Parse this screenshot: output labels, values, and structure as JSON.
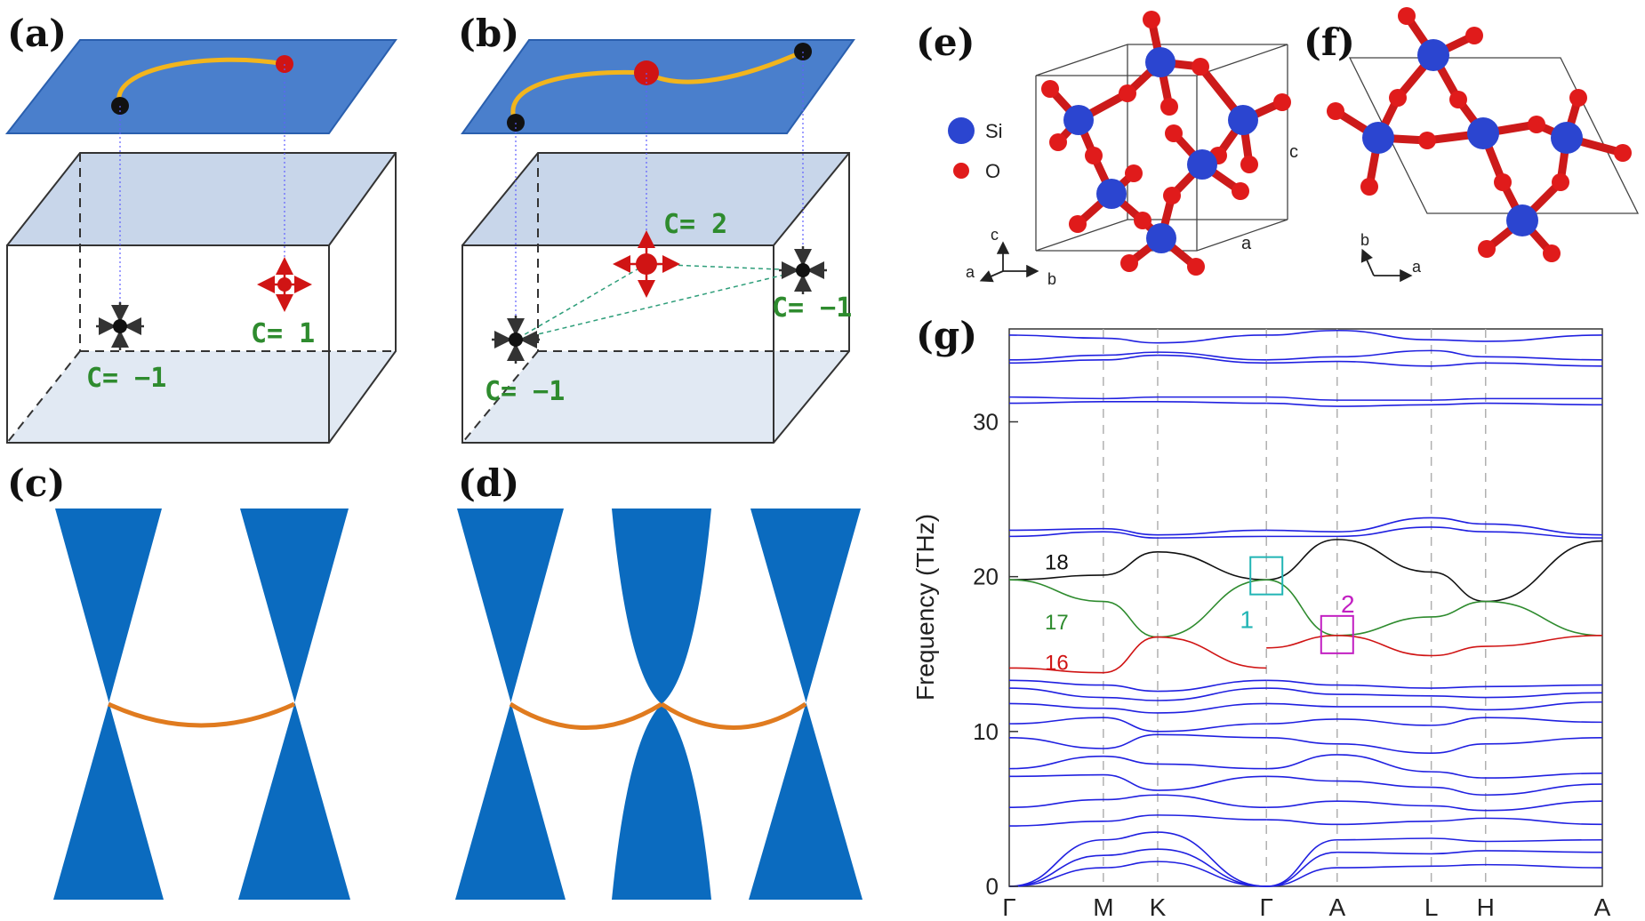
{
  "panels": {
    "a": {
      "label": "(a)",
      "chern_pos": "C= 1",
      "chern_neg": "C= −1"
    },
    "b": {
      "label": "(b)",
      "chern_top": "C= 2",
      "chern_right": "C= −1",
      "chern_left": "C= −1"
    },
    "c": {
      "label": "(c)"
    },
    "d": {
      "label": "(d)"
    },
    "e": {
      "label": "(e)",
      "legend": [
        {
          "name": "Si",
          "color": "#2b45d0"
        },
        {
          "name": "O",
          "color": "#e01b1b"
        }
      ],
      "axes": {
        "a": "a",
        "b": "b",
        "c": "c"
      }
    },
    "f": {
      "label": "(f)",
      "axes": {
        "a": "a",
        "b": "b"
      }
    },
    "g": {
      "label": "(g)"
    }
  },
  "colors": {
    "plane": "#4a7fcc",
    "cone": "#0b6bbf",
    "arc": "#e07b1f",
    "fermi_arc": "#f2b51d",
    "positive_node": "#d01414",
    "negative_node": "#111111",
    "chern_text": "#2e8b2e"
  },
  "chart_data": {
    "type": "line",
    "ylabel": "Frequency (THz)",
    "ylim": [
      0,
      36
    ],
    "yticks": [
      0,
      10,
      20,
      30
    ],
    "kpoints": [
      "Γ",
      "M",
      "K",
      "Γ",
      "A",
      "L",
      "H",
      "A"
    ],
    "kpos": [
      0,
      0.1587,
      0.2503,
      0.4336,
      0.5529,
      0.7116,
      0.8032,
      1.0
    ],
    "band_labels": [
      {
        "text": "18",
        "color": "#111111",
        "x": 0.08,
        "y": 21.0
      },
      {
        "text": "17",
        "color": "#2e8b2e",
        "x": 0.08,
        "y": 17.1
      },
      {
        "text": "16",
        "color": "#d01414",
        "x": 0.08,
        "y": 14.5
      }
    ],
    "markers": [
      {
        "label": "1",
        "color": "#22b5b5",
        "x": 0.4336,
        "y": 20.0
      },
      {
        "label": "2",
        "color": "#c21fc2",
        "x": 0.5529,
        "y": 16.2
      }
    ],
    "series": [
      {
        "color": "#111111",
        "values": [
          19.8,
          20.1,
          21.6,
          19.8,
          22.4,
          20.3,
          18.4,
          22.3
        ]
      },
      {
        "color": "#2e8b2e",
        "values": [
          19.8,
          18.4,
          16.1,
          19.8,
          16.2,
          17.4,
          18.4,
          16.2
        ]
      },
      {
        "color": "#d01414",
        "values": [
          14.1,
          13.8,
          16.1,
          14.1,
          15.4,
          16.2,
          14.9,
          15.5,
          16.2
        ]
      },
      {
        "color": "#2020e0",
        "values": [
          35.6,
          35.4,
          35.1,
          35.6,
          35.9,
          35.3,
          35.2,
          35.6
        ]
      },
      {
        "color": "#2020e0",
        "values": [
          34.0,
          34.3,
          34.5,
          34.0,
          34.2,
          34.6,
          34.2,
          34.0
        ]
      },
      {
        "color": "#2020e0",
        "values": [
          33.8,
          34.0,
          34.3,
          33.8,
          33.9,
          33.6,
          33.8,
          33.6
        ]
      },
      {
        "color": "#2020e0",
        "values": [
          31.6,
          31.5,
          31.6,
          31.6,
          31.4,
          31.4,
          31.5,
          31.5
        ]
      },
      {
        "color": "#2020e0",
        "values": [
          31.2,
          31.3,
          31.3,
          31.2,
          31.0,
          31.1,
          31.2,
          31.1
        ]
      },
      {
        "color": "#2020e0",
        "values": [
          23.0,
          23.1,
          22.7,
          23.0,
          22.9,
          23.8,
          23.4,
          22.7
        ]
      },
      {
        "color": "#2020e0",
        "values": [
          22.6,
          22.9,
          22.5,
          22.6,
          22.6,
          23.2,
          22.9,
          22.5
        ]
      },
      {
        "color": "#2020e0",
        "values": [
          13.3,
          13.0,
          12.6,
          13.3,
          13.0,
          12.8,
          12.9,
          13.0
        ]
      },
      {
        "color": "#2020e0",
        "values": [
          12.8,
          12.2,
          12.0,
          12.8,
          12.4,
          12.3,
          12.2,
          12.5
        ]
      },
      {
        "color": "#2020e0",
        "values": [
          11.8,
          11.5,
          11.2,
          11.8,
          11.6,
          11.6,
          11.4,
          11.9
        ]
      },
      {
        "color": "#2020e0",
        "values": [
          10.5,
          10.9,
          10.0,
          10.5,
          10.8,
          10.4,
          10.9,
          10.6
        ]
      },
      {
        "color": "#2020e0",
        "values": [
          9.6,
          8.9,
          9.8,
          9.6,
          9.2,
          8.6,
          9.2,
          9.6
        ]
      },
      {
        "color": "#2020e0",
        "values": [
          7.6,
          8.4,
          7.9,
          7.6,
          8.5,
          7.4,
          7.0,
          7.3
        ]
      },
      {
        "color": "#2020e0",
        "values": [
          7.1,
          7.2,
          6.2,
          7.1,
          6.8,
          6.4,
          5.9,
          6.6
        ]
      },
      {
        "color": "#2020e0",
        "values": [
          5.1,
          5.6,
          5.9,
          5.1,
          5.5,
          5.2,
          4.9,
          5.5
        ]
      },
      {
        "color": "#2020e0",
        "values": [
          3.9,
          4.2,
          4.6,
          4.3,
          4.0,
          4.2,
          4.4,
          4.0
        ]
      },
      {
        "color": "#2020e0",
        "values": [
          0.0,
          3.0,
          3.5,
          0.0,
          3.0,
          3.1,
          2.9,
          3.0
        ]
      },
      {
        "color": "#2020e0",
        "values": [
          0.0,
          2.0,
          2.4,
          0.0,
          2.2,
          2.1,
          2.3,
          2.2
        ]
      },
      {
        "color": "#2020e0",
        "values": [
          0.0,
          1.2,
          1.6,
          0.0,
          1.2,
          1.3,
          1.4,
          1.2
        ]
      }
    ]
  }
}
